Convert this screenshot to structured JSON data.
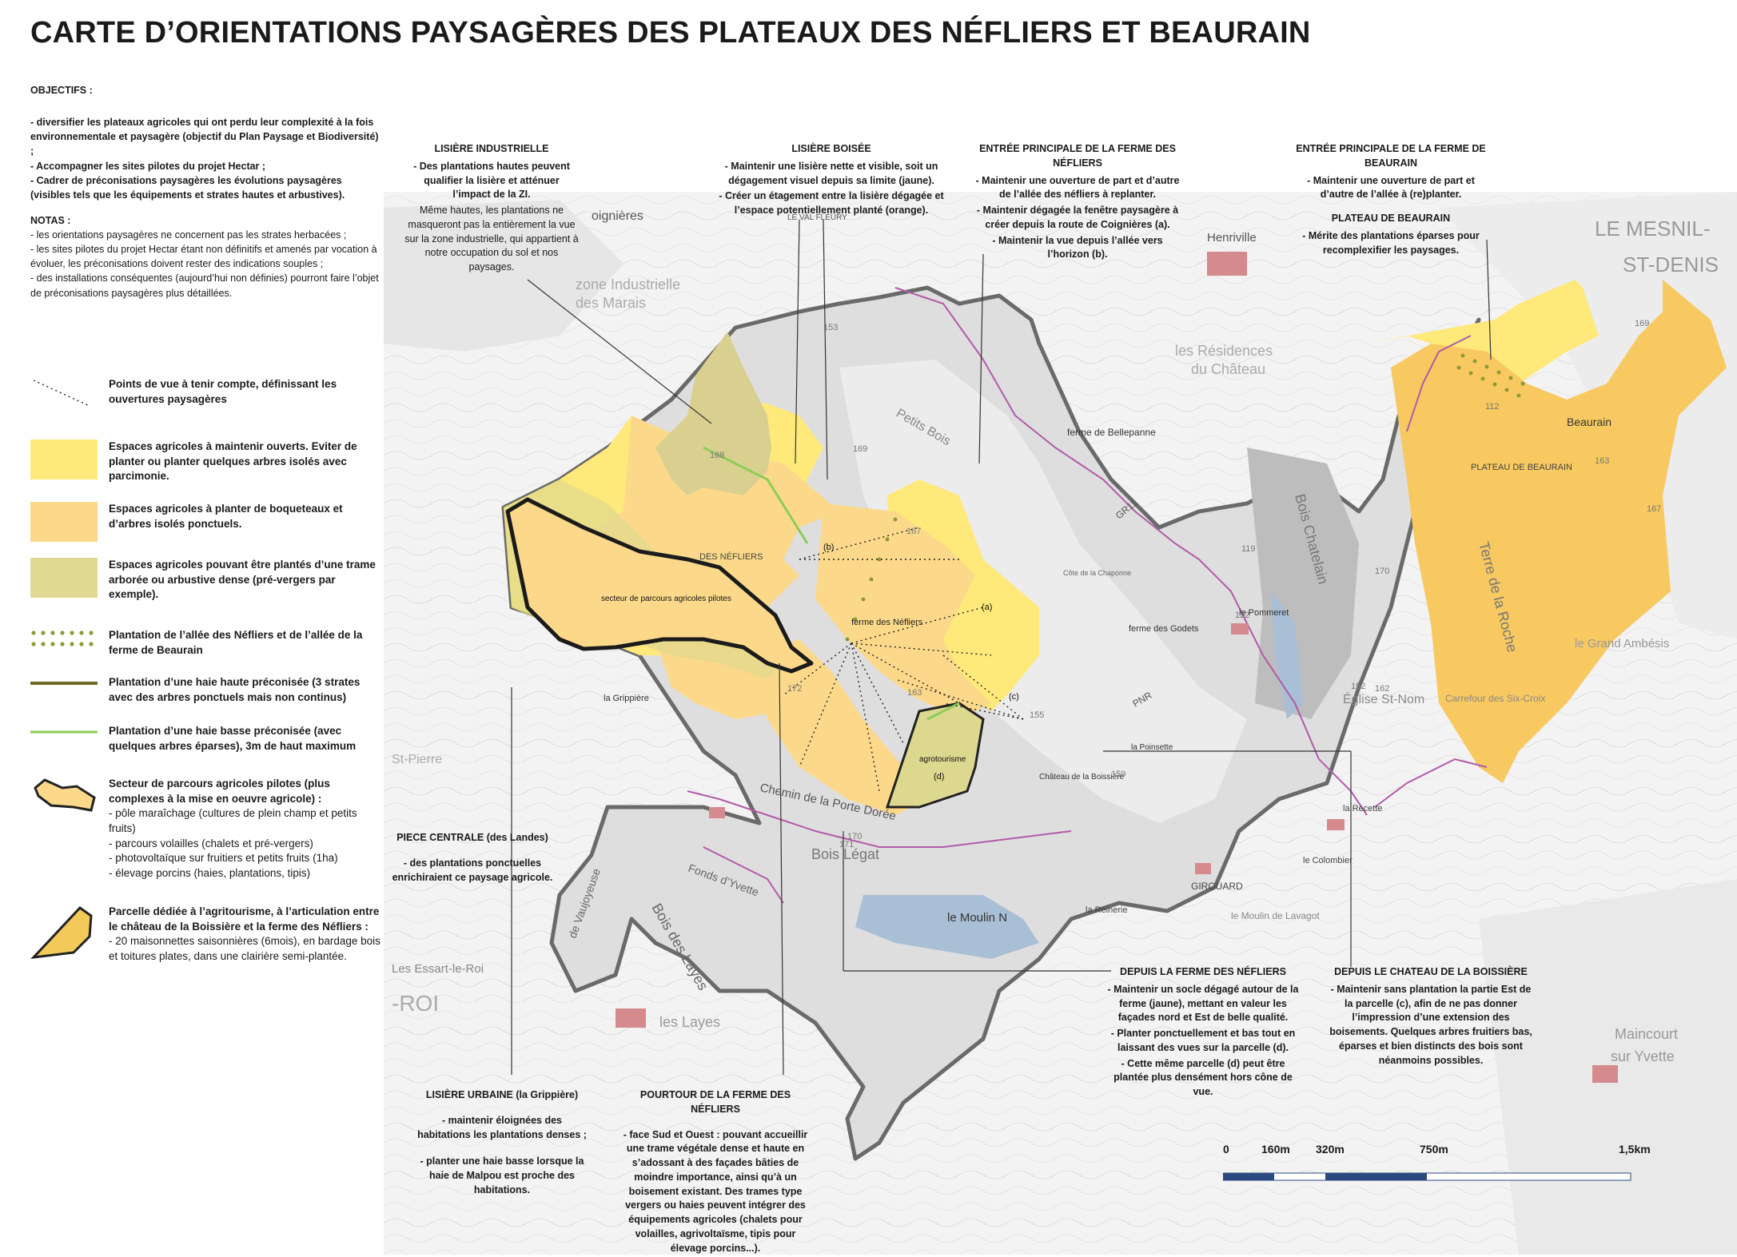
{
  "title": "CARTE D’ORIENTATIONS PAYSAGÈRES DES PLATEAUX DES NÉFLIERS ET BEAURAIN",
  "objectifs": {
    "heading": "OBJECTIFS :",
    "items": [
      "- diversifier les plateaux agricoles qui ont perdu leur complexité à la fois environnementale et paysagère (objectif du Plan Paysage et Biodiversité) ;",
      "- Accompagner les sites pilotes du projet Hectar ;",
      "- Cadrer de préconisations paysagères les évolutions paysagères (visibles tels que les équipements et strates hautes et arbustives)."
    ]
  },
  "notas": {
    "heading": "NOTAS :",
    "items": [
      "- les orientations paysagères ne concernent pas les strates herbacées ;",
      "- les sites pilotes du projet Hectar étant non définitifs et amenés par vocation à évoluer, les préconisations doivent rester des indications souples ;",
      "- des installations conséquentes (aujourd’hui non définies) pourront faire l’objet de préconisations paysagères plus détaillées."
    ]
  },
  "legend": [
    {
      "id": "points-de-vue",
      "label": "Points de vue à tenir compte, définissant les ouvertures paysagères"
    },
    {
      "id": "espaces-ouverts",
      "label": "Espaces agricoles à maintenir ouverts. Eviter de planter ou planter quelques arbres isolés avec parcimonie.",
      "color": "#ffe97a"
    },
    {
      "id": "boqueteaux",
      "label": "Espaces agricoles à planter de boqueteaux et d’arbres isolés ponctuels.",
      "color": "#fcd98a"
    },
    {
      "id": "trame-arboree",
      "label": "Espaces agricoles pouvant être plantés d’une trame arborée ou arbustive dense (pré-vergers par exemple).",
      "color": "#e0d994"
    },
    {
      "id": "allee",
      "label": "Plantation de l’allée des Néfliers et de l’allée de la ferme de Beaurain",
      "color": "#8f9a37"
    },
    {
      "id": "haie-haute",
      "label": "Plantation d’une haie haute préconisée (3 strates avec des arbres ponctuels mais non continus)",
      "color": "#6e6b2a"
    },
    {
      "id": "haie-basse",
      "label": "Plantation d’une haie basse préconisée (avec quelques arbres éparses), 3m de haut maximum",
      "color": "#8ccd55"
    },
    {
      "id": "secteur-pilote",
      "label": "Secteur de parcours agricoles pilotes (plus complexes à la mise en oeuvre agricole) :",
      "sub": [
        "- pôle maraîchage (cultures de plein champ et petits fruits)",
        "- parcours volailles (chalets et pré-vergers)",
        "- photovoltaïque sur fruitiers et petits fruits (1ha)",
        "- élevage porcins (haies, plantations, tipis)"
      ]
    },
    {
      "id": "agritourisme",
      "label": "Parcelle dédiée à l’agritourisme, à l’articulation entre le château de la Boissière et la ferme des Néfliers :",
      "sub": [
        "- 20 maisonnettes saisonnières (6mois), en bardage bois et toitures plates, dans une clairière semi-plantée."
      ]
    }
  ],
  "annotations": [
    {
      "id": "lisiere-industrielle",
      "heading": "LISIÈRE INDUSTRIELLE",
      "bold": [
        "- Des plantations hautes peuvent qualifier la lisière et atténuer l’impact de la ZI."
      ],
      "normal": [
        "Même hautes, les plantations ne masqueront pas la entièrement la vue sur la zone industrielle, qui appartient à notre occupation du sol et nos paysages."
      ]
    },
    {
      "id": "lisiere-boisee",
      "heading": "LISIÈRE BOISÉE",
      "bold": [
        "- Maintenir une lisière nette et visible, soit un dégagement visuel depuis sa limite (jaune).",
        "- Créer un étagement entre la lisière dégagée et l’espace potentiellement planté (orange)."
      ]
    },
    {
      "id": "entree-nefliers",
      "heading": "ENTRÉE PRINCIPALE DE LA FERME DES NÉFLIERS",
      "bold": [
        "- Maintenir une ouverture de part et d’autre de l’allée des néfliers à replanter.",
        "- Maintenir dégagée la fenêtre paysagère à créer depuis la route de Coignières (a).",
        "- Maintenir la vue depuis l’allée vers l’horizon (b)."
      ]
    },
    {
      "id": "entree-beaurain",
      "heading": "ENTRÉE PRINCIPALE DE LA FERME DE BEAURAIN",
      "bold": [
        "- Maintenir une ouverture de part et d’autre de l’allée à (re)planter."
      ]
    },
    {
      "id": "plateau-beaurain",
      "heading": "PLATEAU DE BEAURAIN",
      "bold": [
        "- Mérite des plantations éparses pour recomplexifier les paysages."
      ]
    },
    {
      "id": "piece-centrale",
      "heading": "PIECE CENTRALE (des Landes)",
      "bold": [
        "- des plantations ponctuelles enrichiraient ce paysage agricole."
      ]
    },
    {
      "id": "lisiere-urbaine",
      "heading": "LISIÈRE URBAINE (la Grippière)",
      "bold": [
        "- maintenir éloignées des habitations les plantations denses ;",
        "- planter une haie basse lorsque la haie de Malpou est proche des habitations."
      ]
    },
    {
      "id": "pourtour-nefliers",
      "heading": "POURTOUR DE LA FERME DES NÉFLIERS",
      "bold": [
        "- face Sud et Ouest : pouvant accueillir une trame végétale dense et haute en s’adossant à des façades bâties de moindre importance, ainsi qu’à un boisement existant. Des trames type vergers ou haies peuvent intégrer des équipements agricoles (chalets pour volailles, agrivoltaïsme, tipis pour élevage porcins...)."
      ]
    },
    {
      "id": "depuis-nefliers",
      "heading": "DEPUIS LA FERME DES NÉFLIERS",
      "bold": [
        "- Maintenir un socle dégagé autour de la ferme (jaune), mettant en valeur les façades nord et Est de belle qualité.",
        "- Planter ponctuellement et bas tout en laissant des vues sur la parcelle (d).",
        "- Cette même parcelle (d) peut être plantée plus densément hors cône de vue."
      ]
    },
    {
      "id": "depuis-chateau",
      "heading": "DEPUIS LE CHATEAU DE LA BOISSIÈRE",
      "bold": [
        "- Maintenir sans plantation la partie Est de la parcelle (c), afin de ne pas donner l’impression d’une extension des boisements. Quelques arbres fruitiers bas, éparses et bien distincts des bois sont néanmoins possibles."
      ]
    }
  ],
  "map_labels": [
    {
      "id": "coignieres",
      "text": "oignières"
    },
    {
      "id": "le-val-fleury",
      "text": "LE VAL FLEURY"
    },
    {
      "id": "henriville",
      "text": "Henriville"
    },
    {
      "id": "le-mesnil",
      "text": "LE MESNIL-"
    },
    {
      "id": "st-denis",
      "text": "ST-DENIS"
    },
    {
      "id": "zone-industrielle",
      "text": "zone Industrielle"
    },
    {
      "id": "des-marais",
      "text": "des Marais"
    },
    {
      "id": "les-residences",
      "text": "les Résidences"
    },
    {
      "id": "du-chateau",
      "text": "du Château"
    },
    {
      "id": "petits-bois",
      "text": "Petits Bois"
    },
    {
      "id": "ferme-bellepanne",
      "text": "ferme de Bellepanne"
    },
    {
      "id": "beaurain",
      "text": "Beaurain"
    },
    {
      "id": "plateau-beaurain-map",
      "text": "PLATEAU DE BEAURAIN"
    },
    {
      "id": "des-nefliers-map",
      "text": "DES NÉFLIERS"
    },
    {
      "id": "secteur-parcours",
      "text": "secteur de parcours agricoles pilotes"
    },
    {
      "id": "ferme-nefliers",
      "text": "ferme des Néfliers"
    },
    {
      "id": "ferme-godets",
      "text": "ferme des Godets"
    },
    {
      "id": "le-pommeret",
      "text": "le Pommeret"
    },
    {
      "id": "bois-chatelain",
      "text": "Bois Chatelain"
    },
    {
      "id": "terre-roche",
      "text": "Terre de la Roche"
    },
    {
      "id": "le-grand-ambesis",
      "text": "le Grand Ambésis"
    },
    {
      "id": "la-grippiere",
      "text": "la Grippière"
    },
    {
      "id": "agrotourisme",
      "text": "agrotourisme"
    },
    {
      "id": "chateau-boissiere",
      "text": "Château de la Boissière"
    },
    {
      "id": "la-poinsette",
      "text": "la Poinsette"
    },
    {
      "id": "eglise-st-nom",
      "text": "Église St-Nom"
    },
    {
      "id": "carrefour-six-croix",
      "text": "Carrefour des Six-Croix"
    },
    {
      "id": "la-recette",
      "text": "la Recette"
    },
    {
      "id": "le-colombier",
      "text": "le Colombier"
    },
    {
      "id": "girouard",
      "text": "GIROUARD"
    },
    {
      "id": "la-reinerie",
      "text": "la Reinerie"
    },
    {
      "id": "le-moulin",
      "text": "le Moulin N"
    },
    {
      "id": "bois-legat",
      "text": "Bois Légat"
    },
    {
      "id": "fonds-yvette",
      "text": "Fonds d’Yvette"
    },
    {
      "id": "bois-layes",
      "text": "Bois des Layes"
    },
    {
      "id": "vaujoyeuse",
      "text": "de Vaujoyeuse"
    },
    {
      "id": "chemin-porte-doree",
      "text": "Chemin de la Porte Dorée"
    },
    {
      "id": "essart-le-roi",
      "text": "Les Essart-le-Roi"
    },
    {
      "id": "roi",
      "text": "-ROI"
    },
    {
      "id": "les-layes",
      "text": "les Layes"
    },
    {
      "id": "maincourt",
      "text": "Maincourt"
    },
    {
      "id": "sur-yvette",
      "text": "sur Yvette"
    },
    {
      "id": "st-pierre",
      "text": "St-Pierre"
    },
    {
      "id": "le-moulin-lavagot",
      "text": "le Moulin de Lavagot"
    },
    {
      "id": "cote-chaponne",
      "text": "Côte de la Chaponne"
    },
    {
      "id": "gr11",
      "text": "GR11"
    },
    {
      "id": "pnr",
      "text": "PNR"
    },
    {
      "id": "lbl-a",
      "text": "(a)"
    },
    {
      "id": "lbl-b",
      "text": "(b)"
    },
    {
      "id": "lbl-c",
      "text": "(c)"
    },
    {
      "id": "lbl-d",
      "text": "(d)"
    }
  ],
  "spot_heights": [
    "168",
    "169",
    "167",
    "172",
    "163",
    "155",
    "159",
    "170",
    "162",
    "169",
    "167",
    "163",
    "153",
    "171",
    "170",
    "119",
    "122",
    "152",
    "112"
  ],
  "scale_bar": {
    "labels": [
      "0",
      "160m",
      "320m",
      "750m",
      "1,5km"
    ],
    "fractions": [
      0,
      0.12,
      0.25,
      0.5,
      1
    ]
  },
  "colors": {
    "open_yellow": "#ffe97a",
    "orange_fill": "#fcd98a",
    "olive_fill": "#ddd594",
    "boundary_grey": "#6a6a6a",
    "route_purple": "#b25aa8",
    "hedge_high": "#5e5b22",
    "hedge_low": "#8ccd55",
    "village_red": "#d58a8e",
    "scale_blue": "#2c4a80"
  }
}
